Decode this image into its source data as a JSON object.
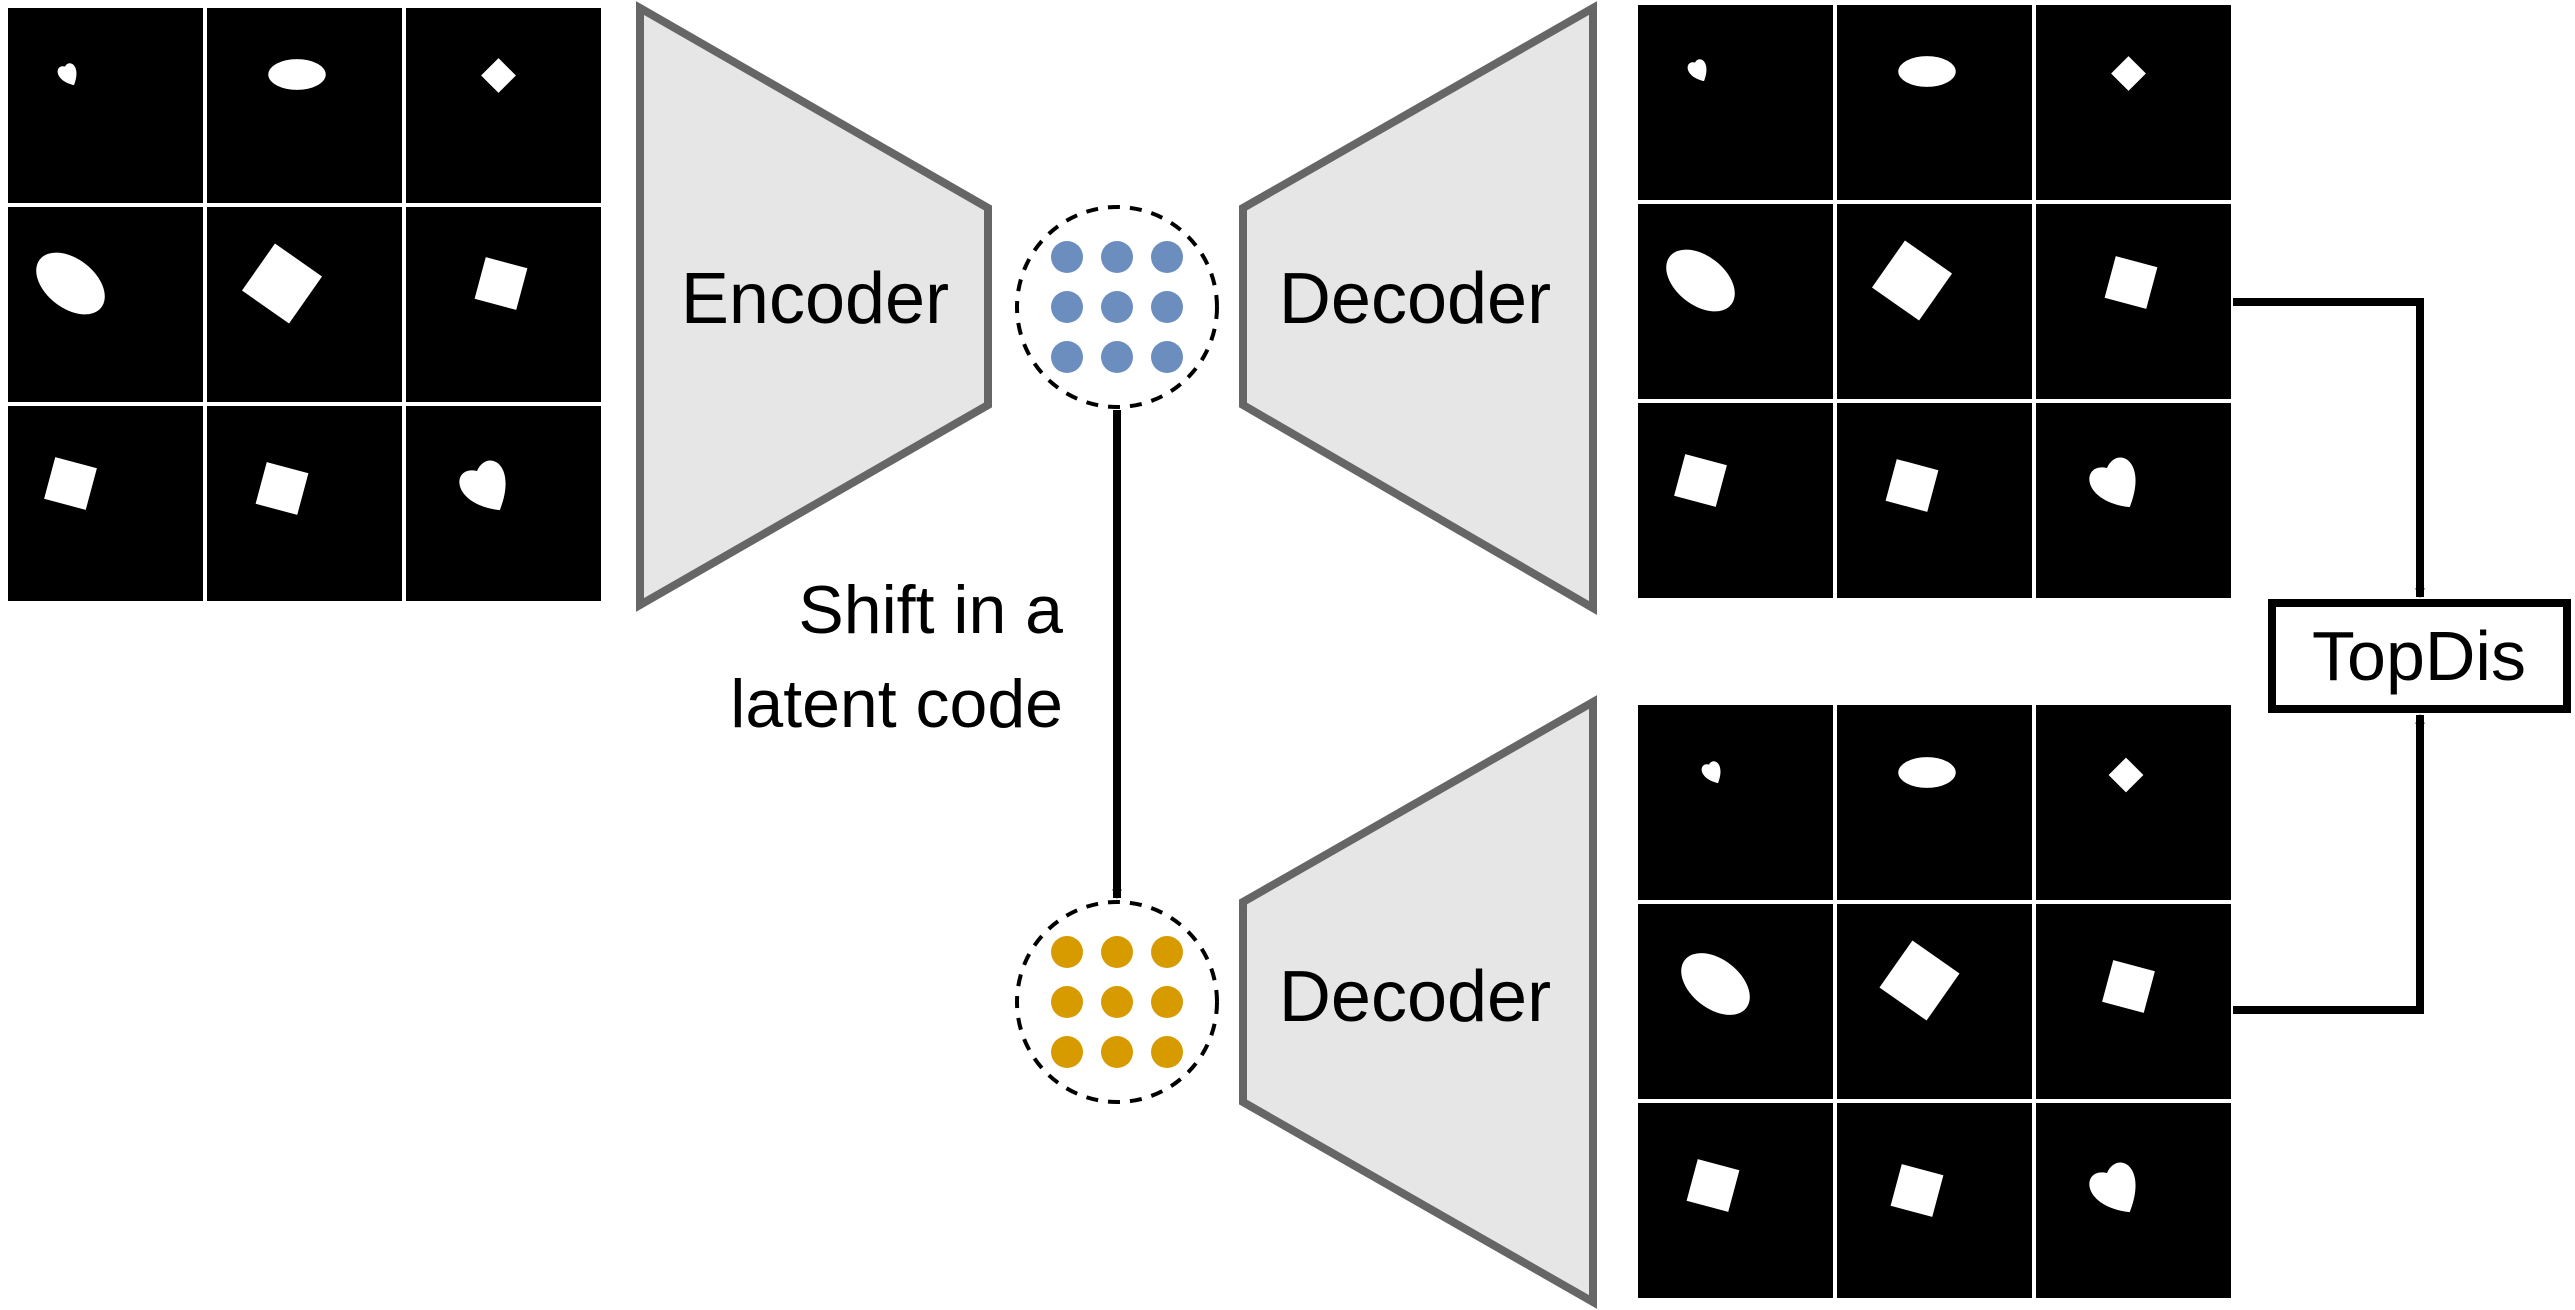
{
  "labels": {
    "encoder": "Encoder",
    "decoder_top": "Decoder",
    "decoder_bottom": "Decoder",
    "shift_line1": "Shift in a",
    "shift_line2": "latent code",
    "topdis": "TopDis"
  },
  "colors": {
    "background": "#ffffff",
    "trapezoid_fill": "#e6e6e6",
    "trapezoid_stroke": "#666666",
    "latent_original": "#6c8ebf",
    "latent_shifted": "#d79b00",
    "image_bg": "#000000",
    "grid_line": "#ffffff",
    "shape": "#ffffff"
  },
  "grids": {
    "input": [
      "small-heart",
      "ellipse",
      "small-diamond",
      "big-ellipse",
      "big-square",
      "square",
      "square",
      "square",
      "heart"
    ],
    "reconstruction": [
      "small-heart",
      "ellipse",
      "small-diamond",
      "big-ellipse",
      "big-square",
      "square",
      "square",
      "square",
      "heart"
    ],
    "shifted": [
      "small-heart",
      "ellipse",
      "small-diamond",
      "big-ellipse",
      "big-square",
      "square",
      "square",
      "square",
      "heart"
    ]
  }
}
